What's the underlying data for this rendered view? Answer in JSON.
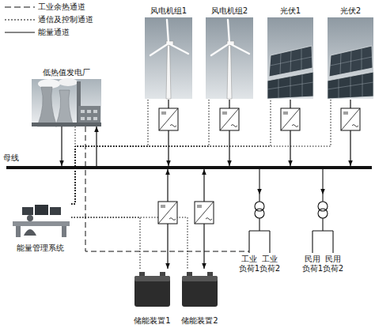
{
  "diagram": {
    "nodes": [
      {
        "text": [
          "风电机组1"
        ]
      },
      {
        "text": [
          "风电机组2"
        ]
      },
      {
        "text": [
          "光伏1"
        ]
      },
      {
        "text": [
          "光伏2"
        ]
      },
      {
        "text": [
          "低热值发电厂"
        ]
      },
      {
        "text": [
          "母线"
        ]
      },
      {
        "text": [
          "能量管理系统"
        ]
      },
      {
        "text": [
          "储能装置1"
        ]
      },
      {
        "text": [
          "储能装置2"
        ]
      }
    ],
    "edges": [
      {
        "from": 4,
        "to": 5,
        "arrow": "to"
      },
      {
        "from": 5,
        "to": 4,
        "arrow": "to"
      },
      {
        "from": 0,
        "to": 5,
        "arrow": "to"
      },
      {
        "from": 1,
        "to": 5,
        "arrow": "to"
      },
      {
        "from": 2,
        "to": 5,
        "arrow": "to"
      },
      {
        "from": 3,
        "to": 5,
        "arrow": "to"
      },
      {
        "from": 5,
        "to": 7,
        "arrow": "both"
      },
      {
        "from": 5,
        "to": 8,
        "arrow": "both"
      },
      {
        "from": 6,
        "to": 4,
        "arrow": "none"
      },
      {
        "from": 6,
        "to": 0,
        "arrow": "none"
      },
      {
        "from": 6,
        "to": 1,
        "arrow": "none"
      },
      {
        "from": 6,
        "to": 2,
        "arrow": "none"
      },
      {
        "from": 6,
        "to": 3,
        "arrow": "none"
      },
      {
        "from": 6,
        "to": 7,
        "arrow": "none"
      },
      {
        "from": 6,
        "to": 8,
        "arrow": "none"
      }
    ],
    "labels": [
      "工业 负荷1",
      "工业 负荷2",
      "民用 负荷1",
      "民用 负荷2"
    ],
    "legend": [
      {
        "text": "工业余热通道"
      },
      {
        "text": "通信及控制通道"
      },
      {
        "text": "能量通道"
      }
    ]
  }
}
